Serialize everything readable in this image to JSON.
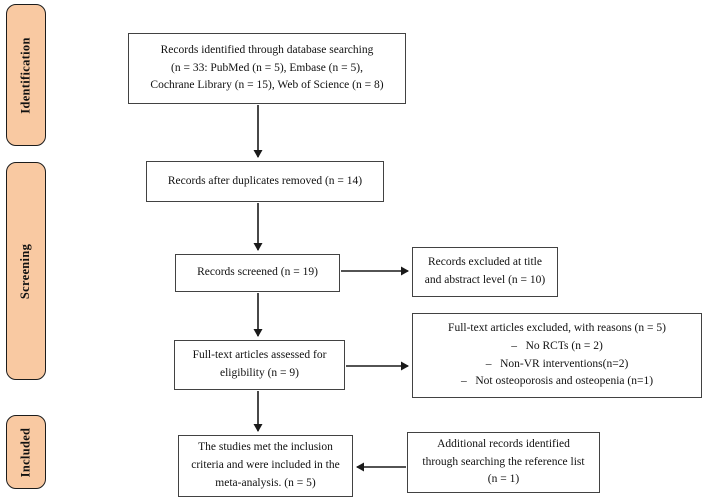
{
  "palette": {
    "stage_fill": "#f9c9a2",
    "stage_border": "#1c1c1c",
    "box_border": "#424242",
    "box_fill": "#ffffff",
    "arrow": "#1a1a1a",
    "background": "#ffffff"
  },
  "stages": [
    {
      "label": "Identification"
    },
    {
      "label": "Screening"
    },
    {
      "label": "Included"
    }
  ],
  "boxes": {
    "identified": {
      "text": "Records identified through database searching\n(n = 33: PubMed (n = 5), Embase (n = 5),\nCochrane Library (n = 15), Web of Science (n = 8)"
    },
    "duplicates": {
      "text": "Records after duplicates removed (n = 14)"
    },
    "screened": {
      "text": "Records screened (n = 19)"
    },
    "excluded_title": {
      "text": "Records excluded at title\nand abstract level (n = 10)"
    },
    "fulltext": {
      "text": "Full-text articles assessed for\neligibility (n = 9)"
    },
    "fulltext_excluded": {
      "text": "Full-text articles excluded, with reasons (n = 5)\n–   No RCTs (n = 2)\n–   Non-VR interventions(n=2)\n–   Not osteoporosis and osteopenia (n=1)"
    },
    "included_studies": {
      "text": "The studies met the inclusion\ncriteria and were included in the\nmeta-analysis. (n = 5)"
    },
    "additional": {
      "text": "Additional records identified\nthrough searching the reference list\n(n = 1)"
    }
  }
}
